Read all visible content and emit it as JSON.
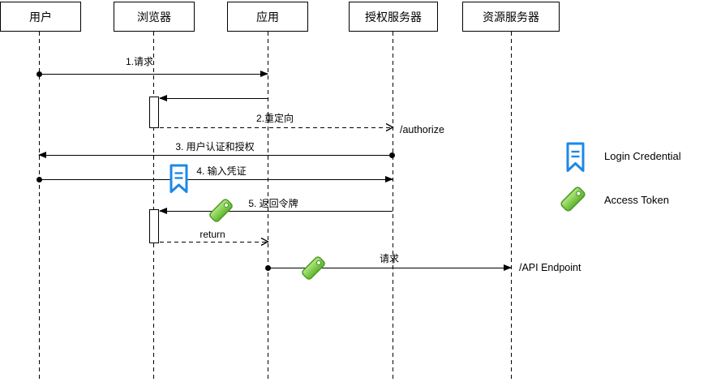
{
  "actors": [
    {
      "label": "用户"
    },
    {
      "label": "浏览器"
    },
    {
      "label": "应用"
    },
    {
      "label": "授权服务器"
    },
    {
      "label": "资源服务器"
    }
  ],
  "messages": [
    {
      "label": "1.请求",
      "from": "用户",
      "to": "应用",
      "style": "solid"
    },
    {
      "label": "",
      "from": "应用",
      "to": "浏览器",
      "style": "solid"
    },
    {
      "label": "2.重定向",
      "from": "浏览器",
      "to": "授权服务器",
      "style": "dashed",
      "endpoint_label": "/authorize"
    },
    {
      "label": "3. 用户认证和授权",
      "from": "授权服务器",
      "to": "用户",
      "style": "solid"
    },
    {
      "label": "4. 输入凭证",
      "from": "用户",
      "to": "授权服务器",
      "style": "solid",
      "icon": "login-credential-icon"
    },
    {
      "label": "5. 返回令牌",
      "from": "授权服务器",
      "to": "浏览器",
      "style": "solid",
      "icon": "access-token-icon"
    },
    {
      "label": "return",
      "from": "浏览器",
      "to": "应用",
      "style": "dashed"
    },
    {
      "label": "请求",
      "from": "应用",
      "to": "资源服务器",
      "style": "solid",
      "endpoint_label": "/API Endpoint",
      "icon": "access-token-icon"
    }
  ],
  "legend": [
    {
      "icon": "login-credential-icon",
      "label": "Login Credential"
    },
    {
      "icon": "access-token-icon",
      "label": "Access Token"
    }
  ],
  "colors": {
    "line": "#000000",
    "box_fill": "#ffffff",
    "credential_blue": "#1E88E5",
    "token_green": "#6CC644",
    "token_green_light": "#B4E881",
    "token_green_border": "#4E9A28",
    "background": "#ffffff"
  }
}
